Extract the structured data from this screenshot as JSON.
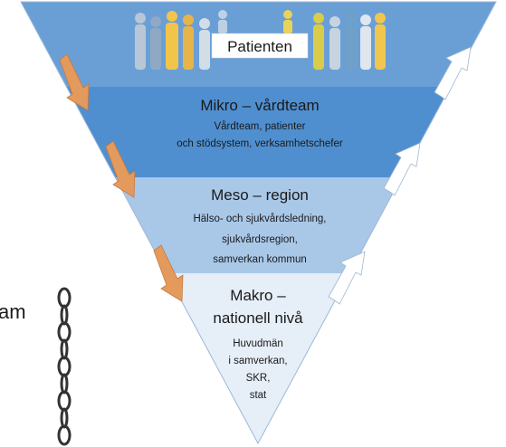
{
  "top_label": "Patienten",
  "levels": [
    {
      "title": "Mikro – vårdteam",
      "lines": [
        "Vårdteam, patienter",
        "och stödsystem, verksamhetschefer"
      ]
    },
    {
      "title": "Meso – region",
      "lines": [
        "Hälso- och sjukvårdsledning,",
        "sjukvårdsregion,",
        "samverkan kommun"
      ]
    },
    {
      "title_lines": [
        "Makro –",
        "nationell nivå"
      ],
      "lines": [
        "Huvudmän",
        "i samverkan,",
        "SKR,",
        "stat"
      ]
    }
  ],
  "side_text": "am",
  "icons": {
    "down_arrows": "orange-down-arrow",
    "up_arrows": "white-up-arrow",
    "chain": "chain-icon",
    "people": "people-silhouettes"
  },
  "colors": {
    "top_band": "#6a9fd6",
    "mikro_band": "#4f8fd0",
    "meso_band": "#a9c8e8",
    "makro_band": "#e6eef8",
    "down_arrow": "#e39a5c",
    "up_arrow": "#ffffff"
  }
}
